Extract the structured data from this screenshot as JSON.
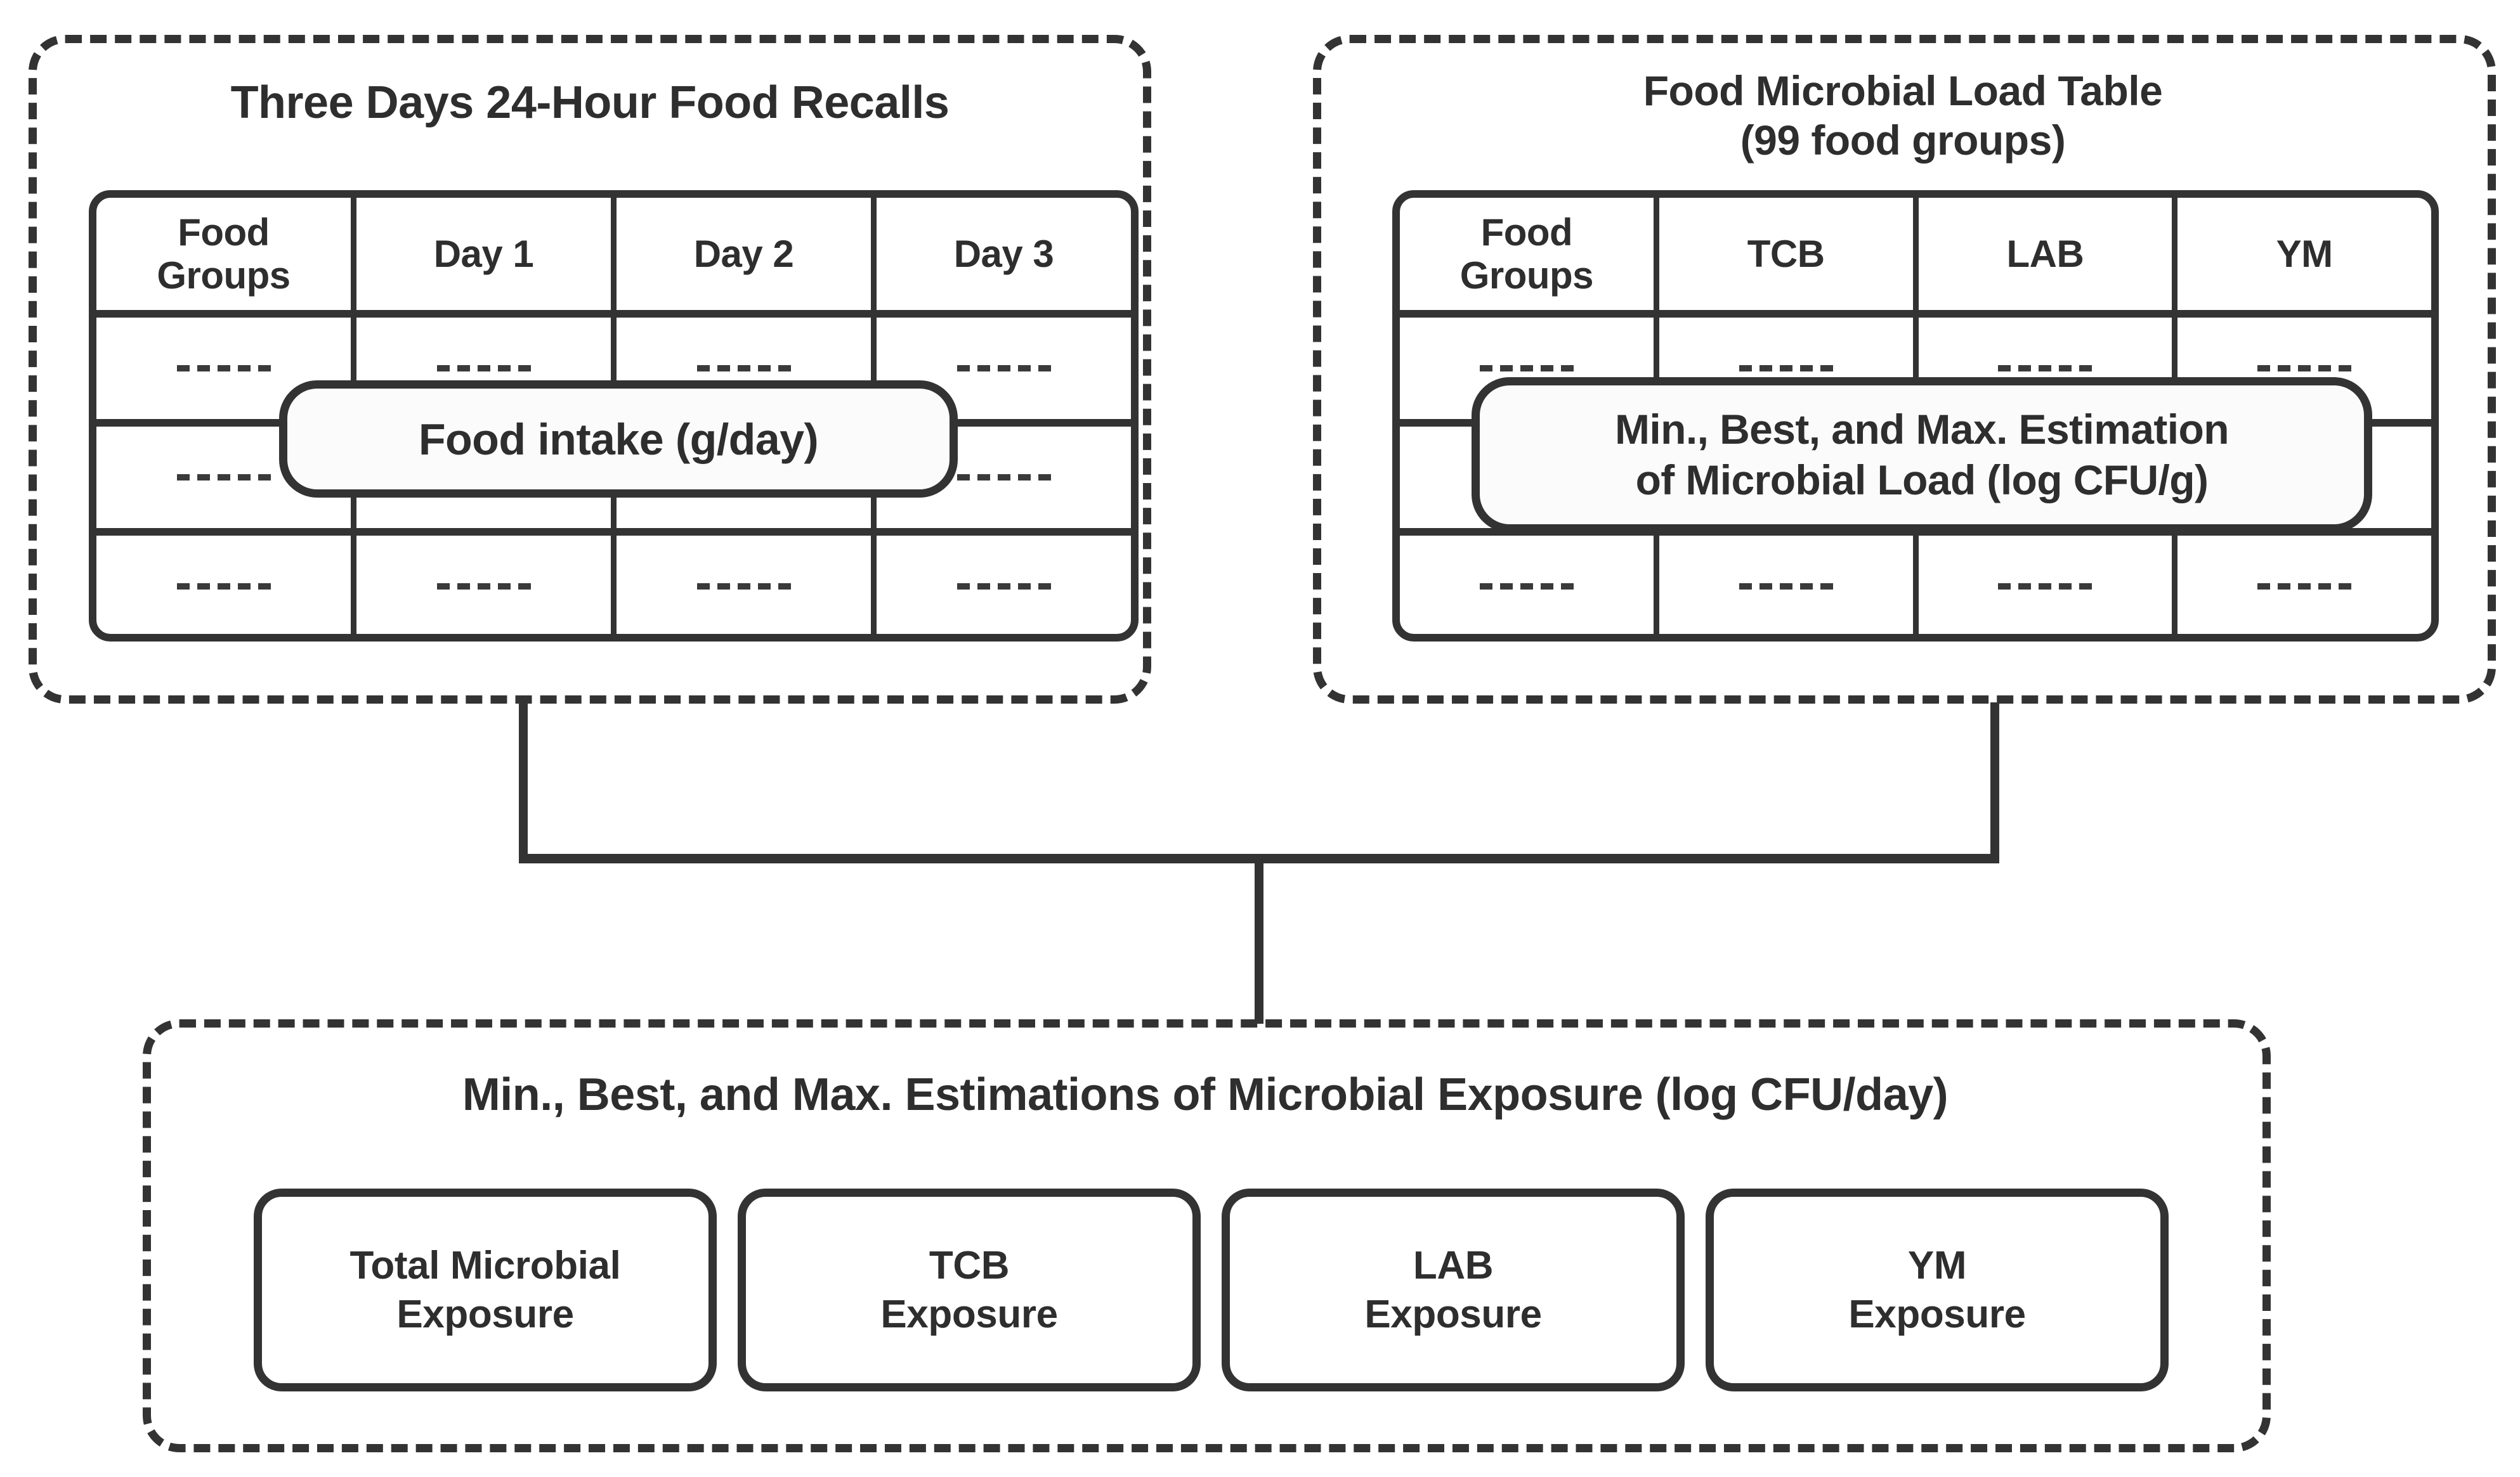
{
  "diagram": {
    "title_colors": {
      "stroke": "#333333",
      "text": "#2e2e2e",
      "background": "#ffffff"
    },
    "panels": {
      "food_recalls": {
        "title": "Three Days 24-Hour Food Recalls",
        "table": {
          "headers": [
            "Food\nGroups",
            "Day 1",
            "Day 2",
            "Day 3"
          ],
          "placeholder_rows": 3,
          "cell_placeholder": "----------"
        },
        "overlay_label": "Food intake (g/day)"
      },
      "microbial_load": {
        "title": "Food Microbial Load Table\n(99 food groups)",
        "table": {
          "headers": [
            "Food\nGroups",
            "TCB",
            "LAB",
            "YM"
          ],
          "placeholder_rows": 3,
          "cell_placeholder": "----------"
        },
        "overlay_label": "Min., Best, and Max. Estimation\nof Microbial Load (log CFU/g)"
      },
      "exposure": {
        "title": "Min., Best, and Max. Estimations of Microbial Exposure (log CFU/day)",
        "boxes": [
          {
            "label": "Total Microbial\nExposure"
          },
          {
            "label": "TCB\nExposure"
          },
          {
            "label": "LAB\nExposure"
          },
          {
            "label": "YM\nExposure"
          }
        ]
      }
    }
  }
}
